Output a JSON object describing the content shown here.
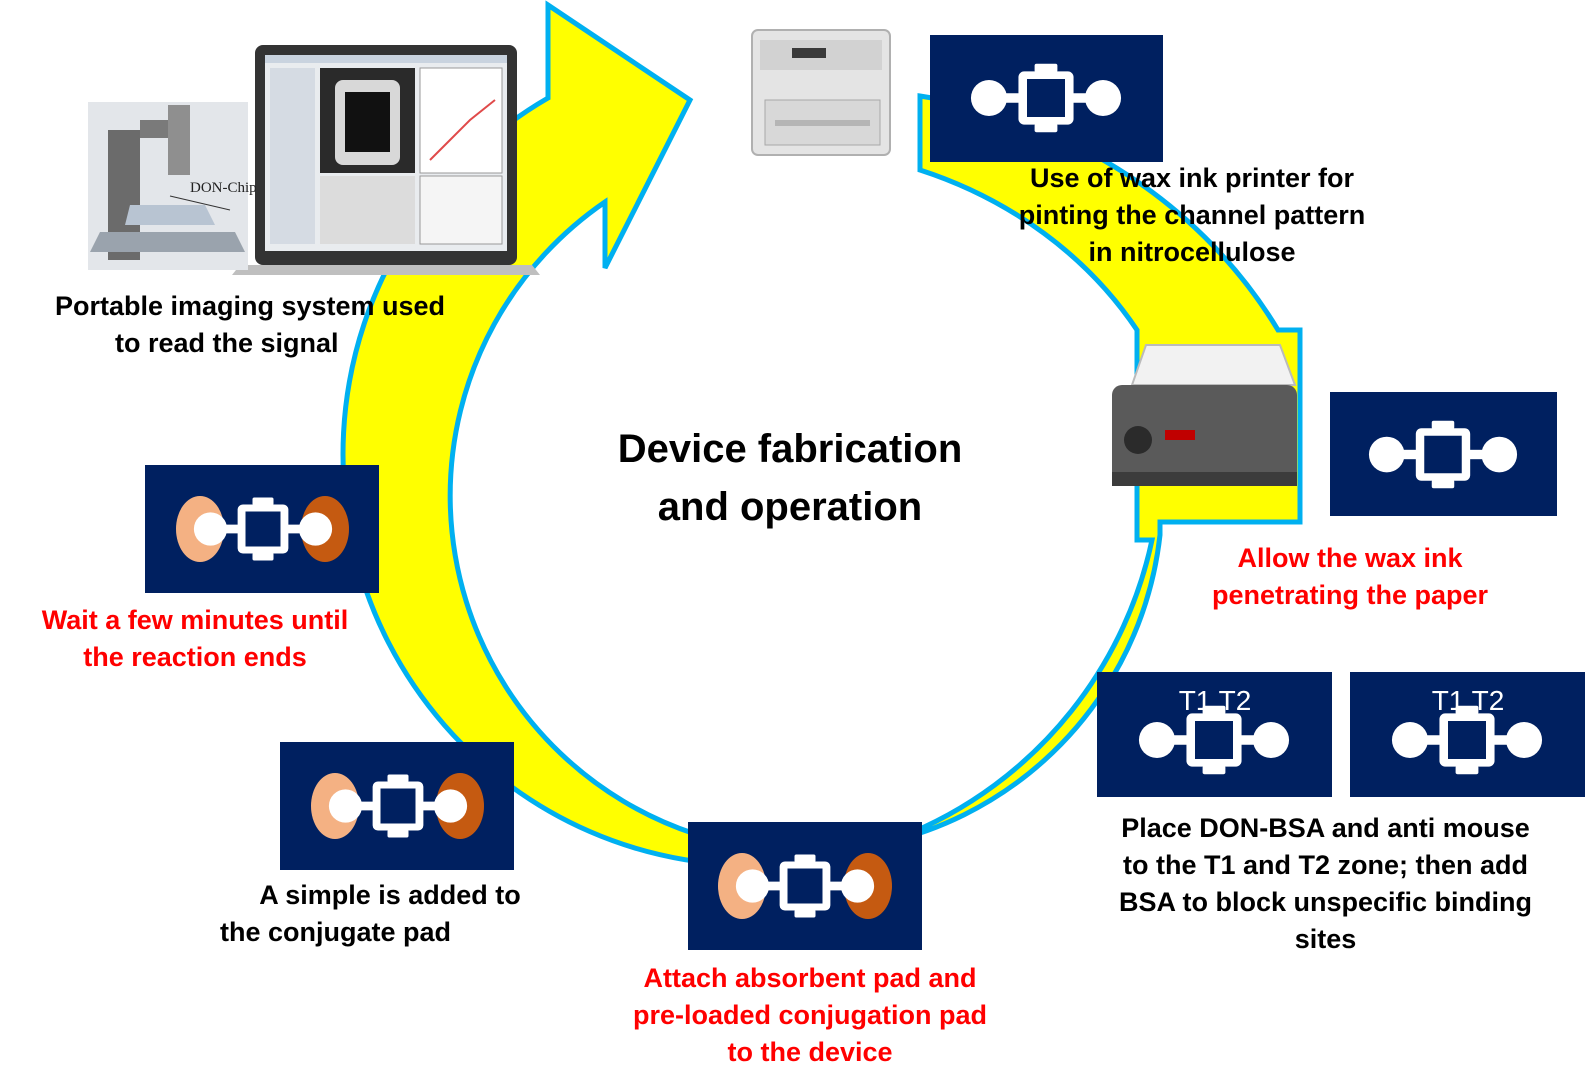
{
  "title": {
    "line1": "Device fabrication",
    "line2": "and operation"
  },
  "steps": {
    "imaging": {
      "line1": "Portable imaging system used",
      "line2": "to read the signal"
    },
    "printer": {
      "line1": "Use of wax ink printer for",
      "line2": "pinting the channel pattern",
      "line3": "in nitrocellulose"
    },
    "heat": {
      "line1": "Allow  the wax ink",
      "line2": "penetrating the paper"
    },
    "place": {
      "line1": "Place DON-BSA and anti mouse",
      "line2": "to the T1 and T2 zone; then add",
      "line3": "BSA to block unspecific binding",
      "line4": "sites"
    },
    "attach": {
      "line1": "Attach absorbent pad and",
      "line2": "pre-loaded conjugation pad",
      "line3": "to the device"
    },
    "sample": {
      "line1": "A simple is added to",
      "line2": "the conjugate pad"
    },
    "wait": {
      "line1": "Wait a few minutes until",
      "line2": "the reaction ends"
    }
  },
  "zone_labels": {
    "left_panel": "T1 T2",
    "right_panel": "T1 T2"
  },
  "chip_label": "DON-Chip",
  "colors": {
    "arrow_fill": "#ffff00",
    "arrow_outline": "#00b0f0",
    "panel_bg": "#002060",
    "channel": "#ffffff",
    "pad_light": "#f4b183",
    "pad_dark": "#c55a11",
    "red_text": "#ff0000"
  }
}
